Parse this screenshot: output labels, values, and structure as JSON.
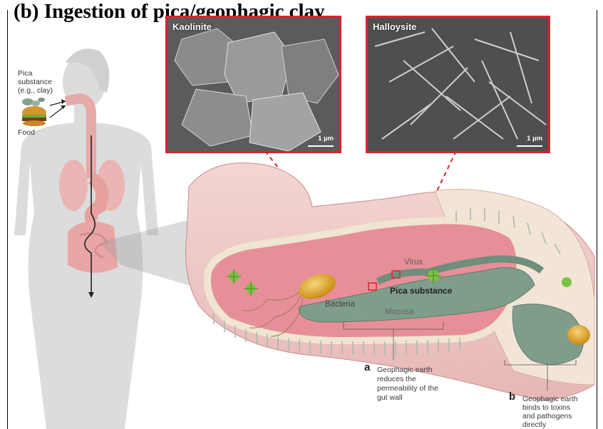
{
  "header": {
    "title": "(b) Ingestion of pica/geophagic clay"
  },
  "micrographs": {
    "left": {
      "name": "Kaolinite",
      "scale": "1 µm"
    },
    "right": {
      "name": "Halloysite",
      "scale": "1 µm"
    }
  },
  "body_labels": {
    "pica": "Pica",
    "substance": "substance",
    "example": "(e.g., clay)",
    "food": "Food"
  },
  "gut_labels": {
    "virus": "Virus",
    "pica_substance": "Pica substance",
    "bacteria": "Bacteria",
    "mucosa": "Mucosa"
  },
  "annotations": {
    "a": {
      "letter": "a",
      "lines": [
        "Geophagic earth",
        "reduces the",
        "permeability of the",
        "gut wall"
      ]
    },
    "b": {
      "letter": "b",
      "lines": [
        "Geophagic earth",
        "binds to toxins",
        "and pathogens",
        "directly"
      ]
    }
  },
  "colors": {
    "frame_red": "#d8242e",
    "silhouette": "#d9d9d9",
    "gut_pink": "#e9a9ac",
    "mucosa_green": "#7f9d8b",
    "bacteria_gold": "#d9a21f",
    "virus_green": "#7cc243"
  }
}
